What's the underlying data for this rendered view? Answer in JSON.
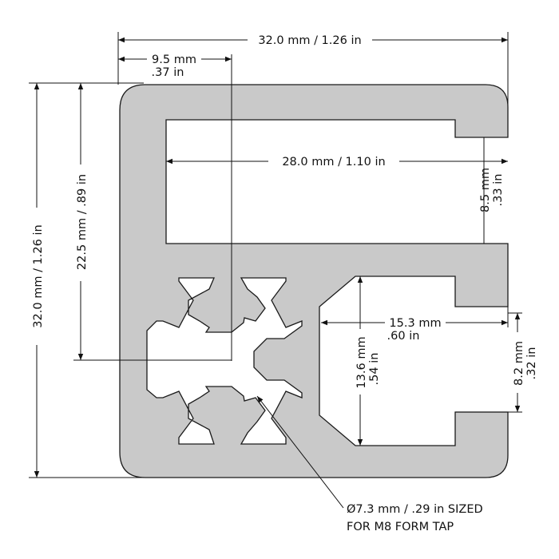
{
  "drawing": {
    "part": "aluminum extrusion profile cross-section",
    "dimensions": {
      "overall_width": "32.0 mm / 1.26 in",
      "overall_height": "32.0 mm / 1.26 in",
      "offset_mm": "9.5 mm",
      "offset_in": ".37 in",
      "height_inner": "22.5 mm / .89 in",
      "channel_width": "28.0 mm / 1.10 in",
      "slot_top_mm": "8.5 mm",
      "slot_top_in": ".33 in",
      "pocket_width_mm": "15.3 mm",
      "pocket_width_in": ".60 in",
      "pocket_height_mm": "13.6 mm",
      "pocket_height_in": ".54 in",
      "slot_right_mm": "8.2 mm",
      "slot_right_in": ".32 in"
    },
    "note": {
      "line1": "Ø7.3 mm / .29 in SIZED",
      "line2": "FOR M8 FORM TAP"
    },
    "colors": {
      "profile_fill": "#c9c9c9",
      "line": "#111111"
    }
  }
}
